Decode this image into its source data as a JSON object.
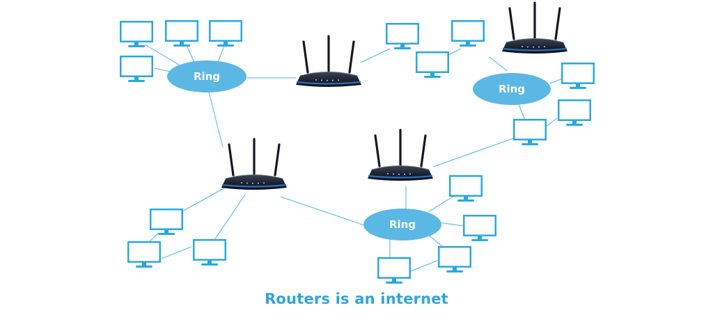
{
  "diagram": {
    "caption": "Routers is an internet",
    "ring_label": "Ring",
    "rings": [
      {
        "label": "Ring"
      },
      {
        "label": "Ring"
      },
      {
        "label": "Ring"
      }
    ],
    "colors": {
      "ring_fill": "#5BB8E4",
      "link": "#6EC5EA",
      "monitor": "#29A8E0",
      "screen": "#FFFFFF",
      "router_body": "#1C2230",
      "router_stripe": "#2E6FB7",
      "antenna": "#15181E",
      "caption": "#2FA6DA"
    }
  }
}
